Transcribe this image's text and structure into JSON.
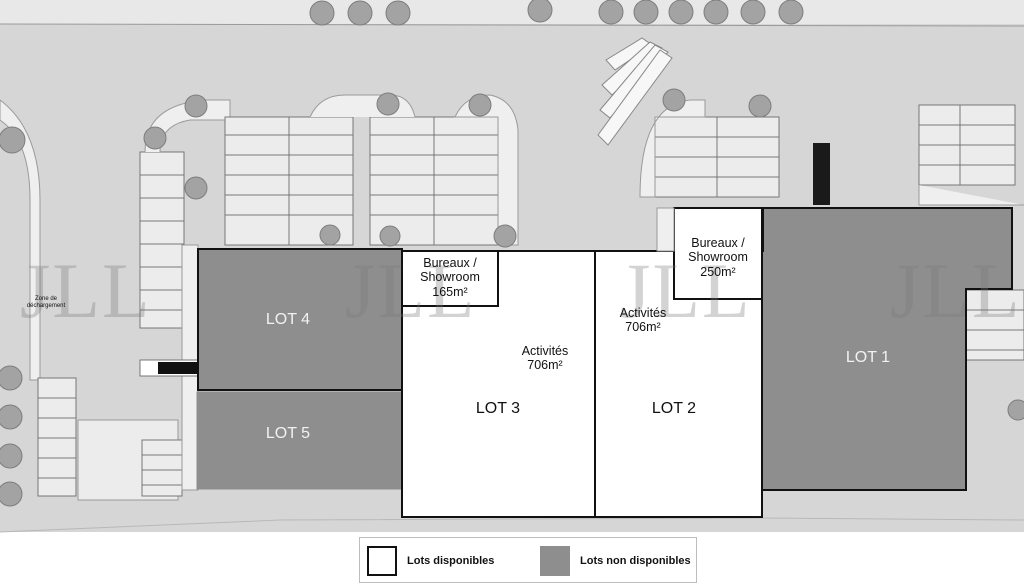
{
  "lots": [
    {
      "id": "lot-1",
      "label": "LOT 1",
      "available": false
    },
    {
      "id": "lot-2",
      "label": "LOT 2",
      "available": true
    },
    {
      "id": "lot-3",
      "label": "LOT 3",
      "available": true
    },
    {
      "id": "lot-4",
      "label": "LOT 4",
      "available": false
    },
    {
      "id": "lot-5",
      "label": "LOT 5",
      "available": false
    }
  ],
  "spaces": {
    "office_lot3": {
      "line1": "Bureaux /",
      "line2": "Showroom",
      "area": "165m²"
    },
    "office_lot2": {
      "line1": "Bureaux /",
      "line2": "Showroom",
      "area": "250m²"
    },
    "activity_lot3": {
      "line1": "Activités",
      "area": "706m²"
    },
    "activity_lot2": {
      "line1": "Activités",
      "area": "706m²"
    }
  },
  "zone_label": {
    "line1": "Zone de",
    "line2": "déchargement"
  },
  "watermark": "JLL",
  "legend": {
    "available": "Lots disponibles",
    "unavailable": "Lots non disponibles"
  },
  "colors": {
    "available": "#ffffff",
    "unavailable": "#8e8e8e",
    "ground": "#d6d6d6",
    "parking": "#ececec",
    "tree": "#a3a3a3",
    "outline": "#111111"
  }
}
